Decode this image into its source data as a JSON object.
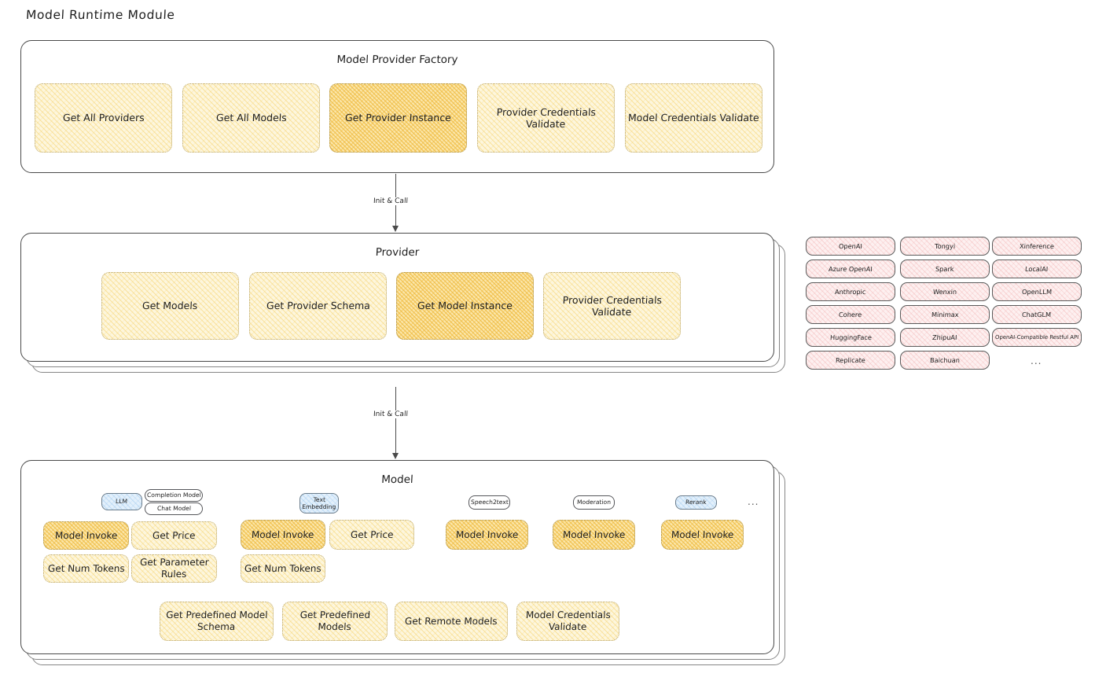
{
  "page": {
    "title": "Model Runtime Module"
  },
  "factory": {
    "title": "Model Provider Factory",
    "nodes": [
      {
        "label": "Get All Providers",
        "highlight": false
      },
      {
        "label": "Get All Models",
        "highlight": false
      },
      {
        "label": "Get Provider Instance",
        "highlight": true
      },
      {
        "label": "Provider Credentials Validate",
        "highlight": false
      },
      {
        "label": "Model Credentials Validate",
        "highlight": false
      }
    ]
  },
  "connector_1": {
    "label": "Init & Call"
  },
  "provider": {
    "title": "Provider",
    "nodes": [
      {
        "label": "Get Models",
        "highlight": false
      },
      {
        "label": "Get Provider Schema",
        "highlight": false
      },
      {
        "label": "Get Model Instance",
        "highlight": true
      },
      {
        "label": "Provider Credentials Validate",
        "highlight": false
      }
    ]
  },
  "provider_list": {
    "columns": [
      [
        "OpenAI",
        "Azure OpenAI",
        "Anthropic",
        "Cohere",
        "HuggingFace",
        "Replicate"
      ],
      [
        "Tongyi",
        "Spark",
        "Wenxin",
        "Minimax",
        "ZhipuAI",
        "Baichuan"
      ],
      [
        "Xinference",
        "LocalAI",
        "OpenLLM",
        "ChatGLM",
        "OpenAI-Compatible Restful API"
      ]
    ],
    "more": "..."
  },
  "connector_2": {
    "label": "Init & Call"
  },
  "model": {
    "title": "Model",
    "more": "...",
    "groups": [
      {
        "chip": "LLM",
        "chip_style": "blue",
        "sub_chips": [
          "Completion Model",
          "Chat Model"
        ],
        "nodes": [
          {
            "label": "Model Invoke",
            "highlight": true
          },
          {
            "label": "Get Price",
            "highlight": false
          },
          {
            "label": "Get Num Tokens",
            "highlight": false
          },
          {
            "label": "Get Parameter Rules",
            "highlight": false
          }
        ]
      },
      {
        "chip": "Text Embedding",
        "chip_style": "blue",
        "sub_chips": [],
        "nodes": [
          {
            "label": "Model Invoke",
            "highlight": true
          },
          {
            "label": "Get Price",
            "highlight": false
          },
          {
            "label": "Get Num Tokens",
            "highlight": false
          }
        ]
      },
      {
        "chip": "Speech2text",
        "chip_style": "white",
        "sub_chips": [],
        "nodes": [
          {
            "label": "Model Invoke",
            "highlight": true
          }
        ]
      },
      {
        "chip": "Moderation",
        "chip_style": "white",
        "sub_chips": [],
        "nodes": [
          {
            "label": "Model Invoke",
            "highlight": true
          }
        ]
      },
      {
        "chip": "Rerank",
        "chip_style": "blue",
        "sub_chips": [],
        "nodes": [
          {
            "label": "Model Invoke",
            "highlight": true
          }
        ]
      }
    ],
    "bottom_nodes": [
      {
        "label": "Get Predefined Model Schema"
      },
      {
        "label": "Get Predefined Models"
      },
      {
        "label": "Get Remote Models"
      },
      {
        "label": "Model Credentials Validate"
      }
    ]
  },
  "colors": {
    "node_fill": "#fdf6dd",
    "node_highlight_fill": "#fbe7ac",
    "provider_fill": "#fdf0f0",
    "chip_blue_fill": "#e3f0fb",
    "stroke": "#1e1e1e"
  }
}
